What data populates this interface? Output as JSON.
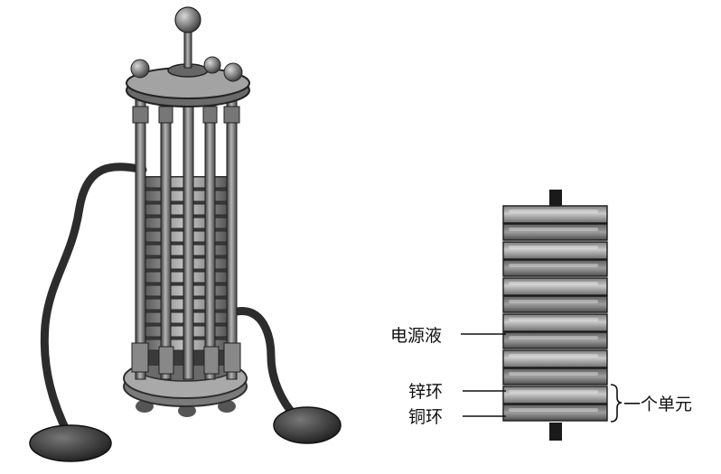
{
  "labels": {
    "electrolyte": "电源液",
    "zinc_ring": "锌环",
    "copper_ring": "铜环",
    "one_unit": "一个单元"
  },
  "colors": {
    "zinc": "#9a9a9a",
    "copper": "#6e6e6e",
    "metal_dark": "#4a4a4a",
    "line": "#111111"
  }
}
